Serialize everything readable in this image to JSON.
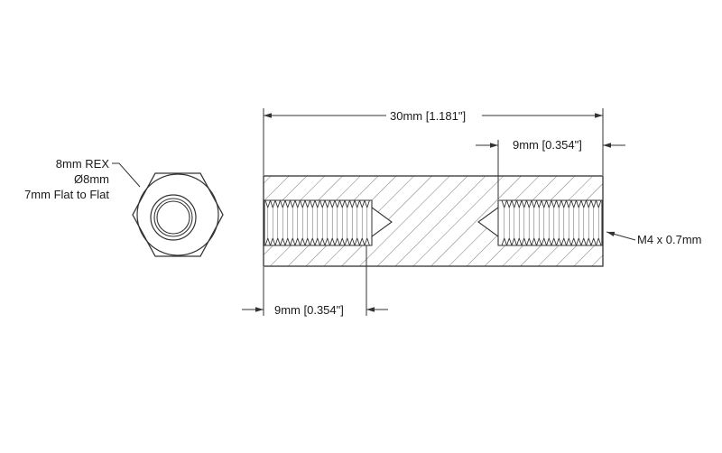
{
  "end_view": {
    "labels": [
      "8mm REX",
      "Ø8mm",
      "7mm Flat to Flat"
    ]
  },
  "dimensions": {
    "overall_length": "30mm [1.181\"]",
    "right_thread_depth": "9mm [0.354\"]",
    "left_thread_depth": "9mm [0.354\"]",
    "thread_spec": "M4 x 0.7mm"
  },
  "colors": {
    "line": "#333333",
    "text": "#1a1a1a",
    "background": "#ffffff"
  }
}
